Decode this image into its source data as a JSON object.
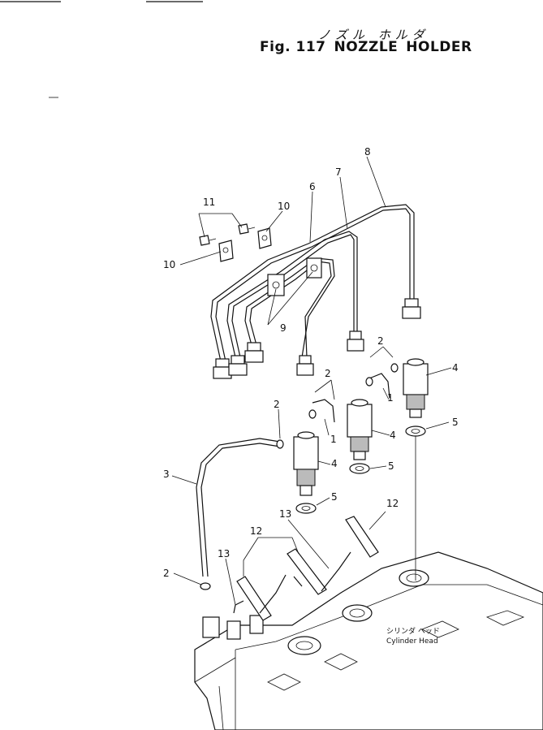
{
  "title": {
    "japanese": "ノズル ホルダ",
    "fig_label": "Fig. 117",
    "name_part1": "NOZZLE",
    "name_part2": "HOLDER"
  },
  "part_callouts": {
    "c1a": "1",
    "c1b": "1",
    "c2a": "2",
    "c2b": "2",
    "c2c": "2",
    "c2d": "2",
    "c3": "3",
    "c4a": "4",
    "c4b": "4",
    "c4c": "4",
    "c5a": "5",
    "c5b": "5",
    "c5c": "5",
    "c6": "6",
    "c7": "7",
    "c8": "8",
    "c9": "9",
    "c10a": "10",
    "c10b": "10",
    "c11": "11",
    "c12a": "12",
    "c12b": "12",
    "c13a": "13",
    "c13b": "13"
  },
  "cylinder_head": {
    "japanese": "シリンダ ヘッド",
    "english": "Cylinder Head"
  }
}
